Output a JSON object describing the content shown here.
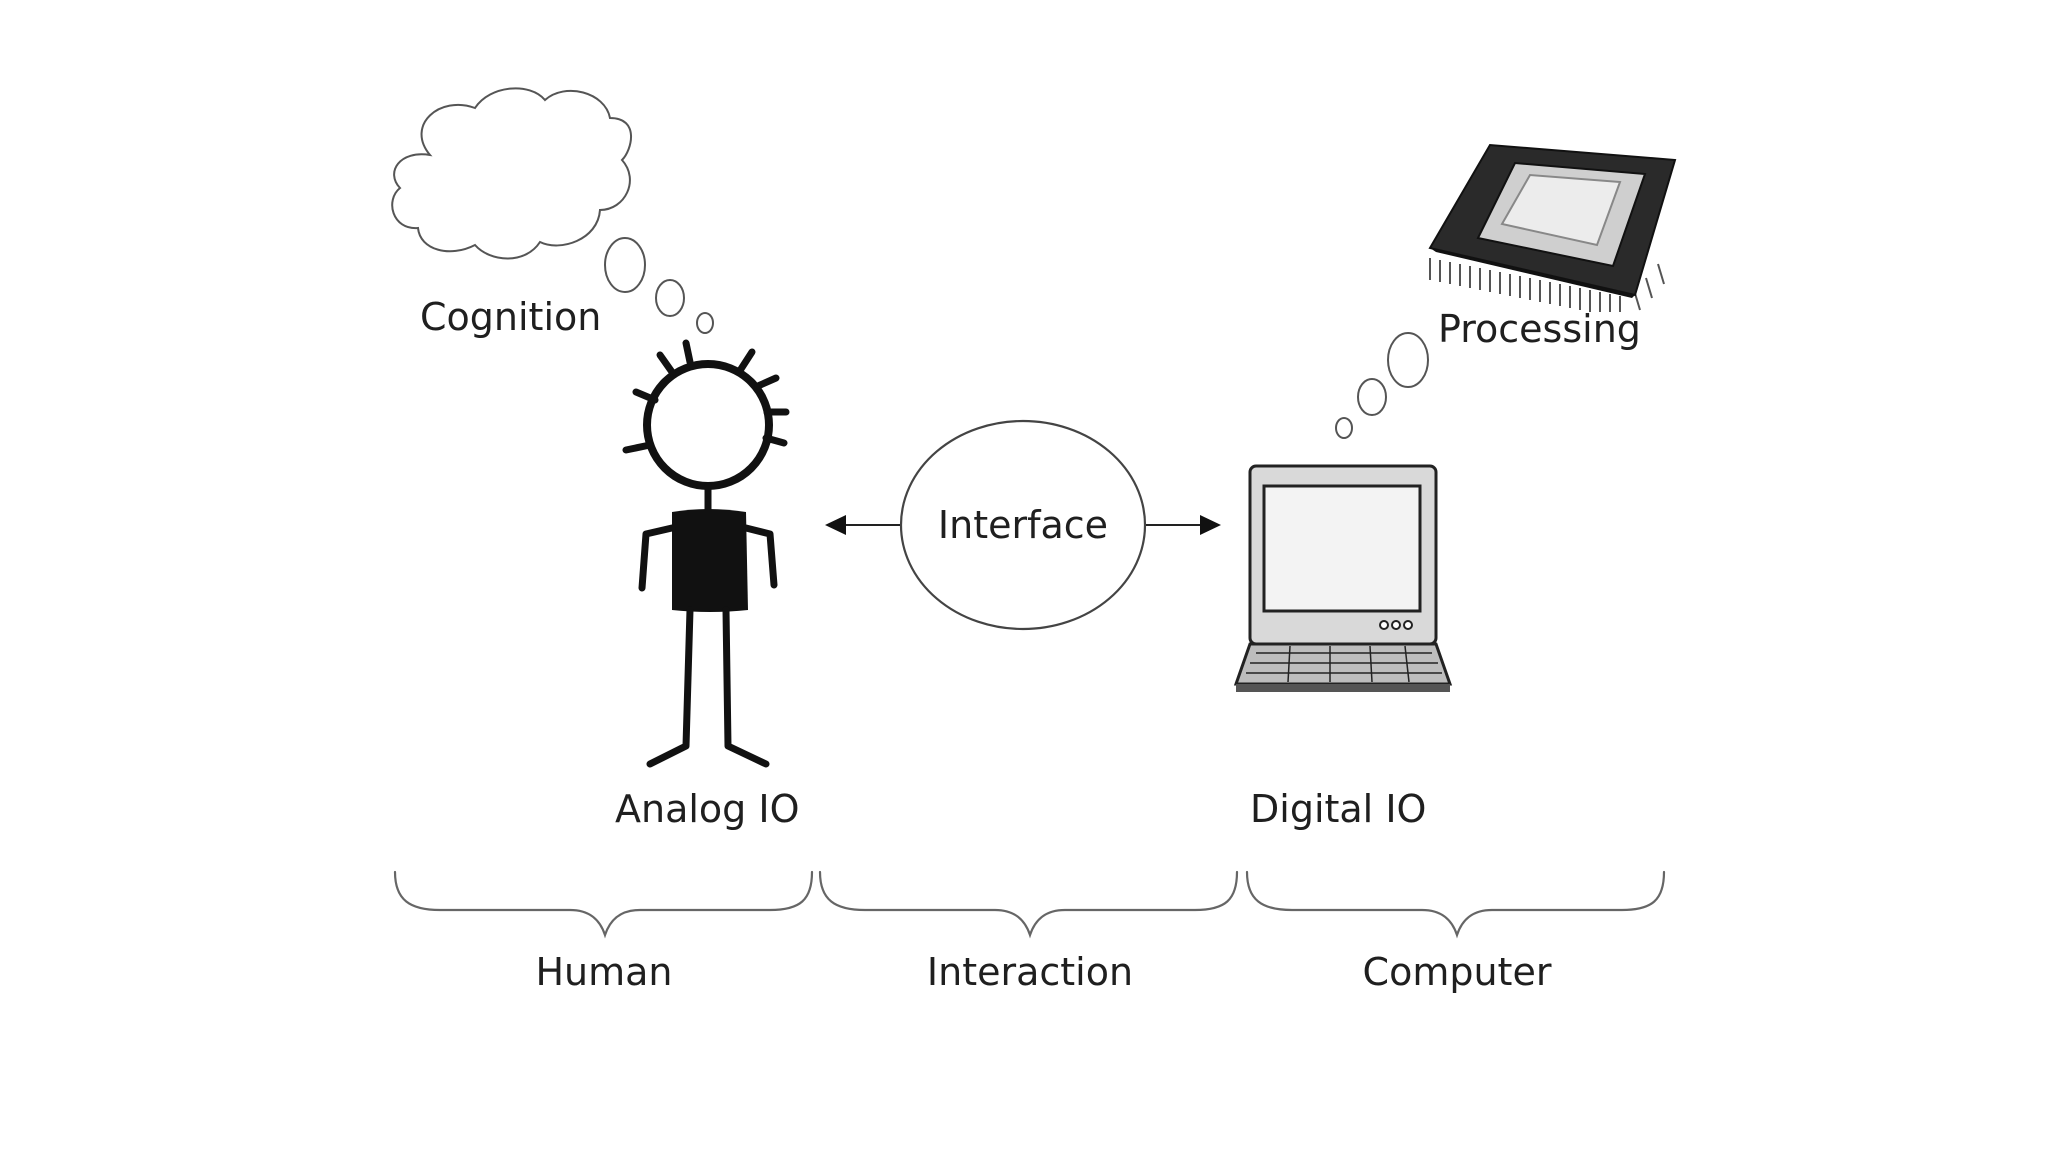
{
  "labels": {
    "cognition": "Cognition",
    "processing": "Processing",
    "interface": "Interface",
    "analog_io": "Analog IO",
    "digital_io": "Digital IO",
    "human": "Human",
    "interaction": "Interaction",
    "computer": "Computer"
  },
  "icons": {
    "thought_cloud": "thought-cloud-icon",
    "stick_figure": "stick-figure-icon",
    "laptop": "laptop-icon",
    "cpu_chip": "cpu-chip-icon"
  },
  "colors": {
    "ink": "#111111",
    "chip_body": "#2a2a2a",
    "chip_die": "#e6e6e6",
    "screen": "#f3f3f3"
  }
}
